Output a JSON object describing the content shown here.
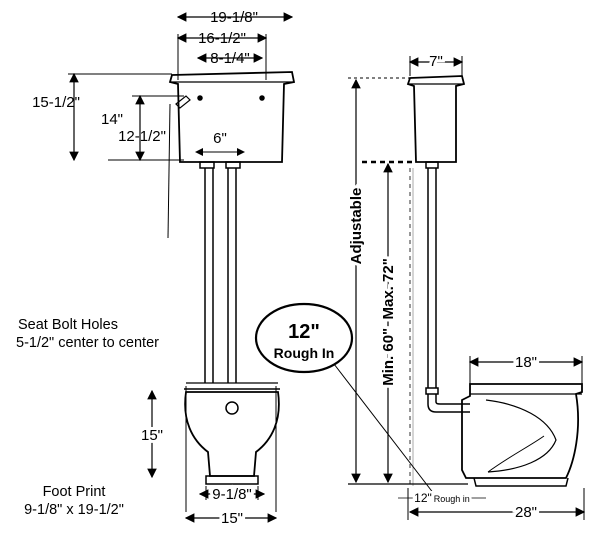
{
  "front": {
    "width_overall": "19-1/8\"",
    "width_inner": "16-1/2\"",
    "width_tank_top": "8-1/4\"",
    "height_tank": "15-1/2\"",
    "height_14": "14\"",
    "height_12_5": "12-1/2\"",
    "pipe_spacing": "6\"",
    "bowl_height": "15\"",
    "foot_width": "9-1/8\"",
    "base_width": "15\""
  },
  "side": {
    "tank_depth": "7\"",
    "adjustable": "Adjustable",
    "height_range": "Min. 60\"  Max. 72\"",
    "bowl_top": "18\"",
    "overall_depth": "28\"",
    "rough_in_small": "12\"",
    "rough_in_small_text": "Rough in",
    "bubble_big": "12\"",
    "bubble_sub": "Rough In"
  },
  "notes": {
    "seat_bolt_title": "Seat Bolt Holes",
    "seat_bolt_detail": "5-1/2\" center to center",
    "footprint_title": "Foot Print",
    "footprint_detail": "9-1/8\" x 19-1/2\""
  }
}
